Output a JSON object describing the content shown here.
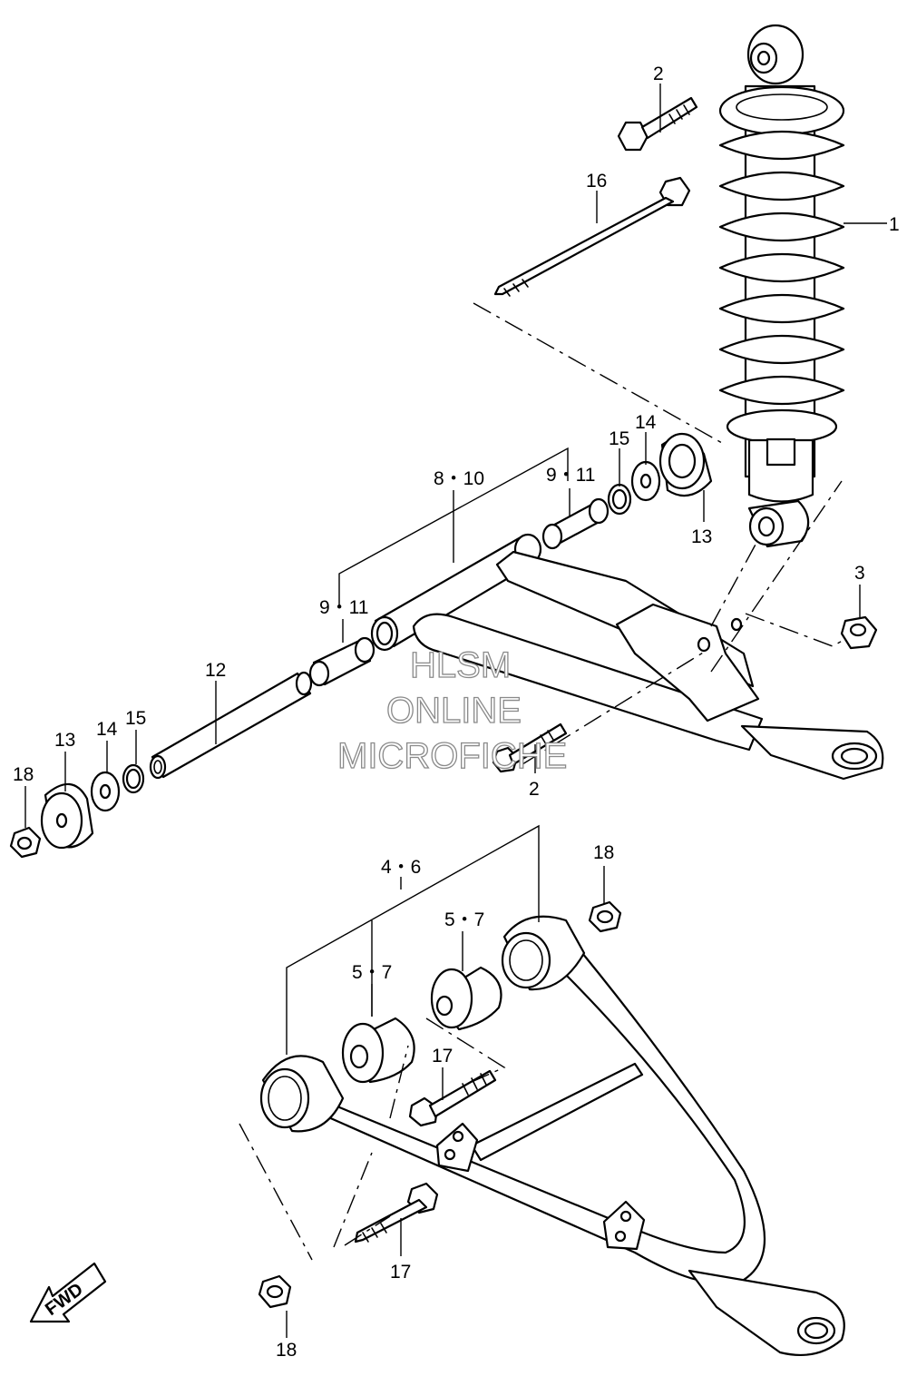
{
  "diagram": {
    "callouts": {
      "c1": "1",
      "c2_top": "2",
      "c2_mid": "2",
      "c3": "3",
      "c4_6": "4・6",
      "c5_7_left": "5・7",
      "c5_7_right": "5・7",
      "c8_10": "8・10",
      "c9_11_left": "9・11",
      "c9_11_right": "9・11",
      "c12": "12",
      "c13_left": "13",
      "c13_right": "13",
      "c14_left": "14",
      "c14_right": "14",
      "c15_left": "15",
      "c15_right": "15",
      "c16": "16",
      "c17_upper": "17",
      "c17_lower": "17",
      "c18_left": "18",
      "c18_right": "18",
      "c18_bottom": "18"
    },
    "watermark": {
      "line1": "HLSM",
      "line2": "ONLINE",
      "line3": "MICROFICHE"
    },
    "direction_badge": "FWD"
  }
}
